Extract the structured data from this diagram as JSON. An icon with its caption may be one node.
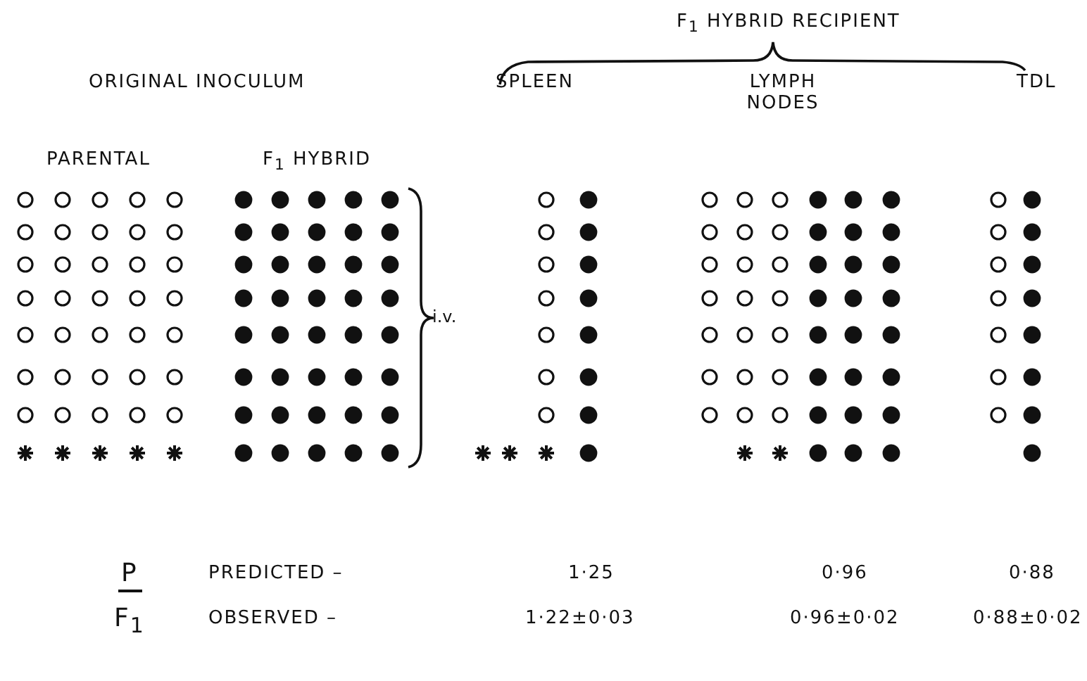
{
  "diagram": {
    "labels": [
      "F$_{1}$ HYBRID RECIPIENT",
      "ORIGINAL INOCULUM",
      "SPLEEN",
      "LYMPH NODES",
      "TDL",
      "PARENTAL",
      "F$_{1}$ HYBRID",
      "i.v.",
      "P",
      "PREDICTED –",
      "1·25",
      "0·96",
      "0·88",
      "F$_{1}$",
      "OBSERVED –",
      "1·22±0·03",
      "0·96±0·02",
      "0·88±0·02"
    ]
  }
}
